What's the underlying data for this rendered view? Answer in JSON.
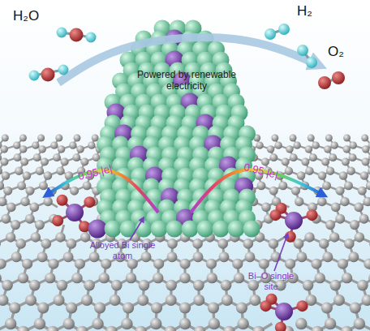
{
  "diagram": {
    "labels": [
      "H₂O",
      "H₂",
      "O₂",
      "Powered by renewable electricity",
      "0.95 |e|",
      "0.95 |e|",
      "Alloyed Bi single atom",
      "Bi–O single site"
    ]
  }
}
